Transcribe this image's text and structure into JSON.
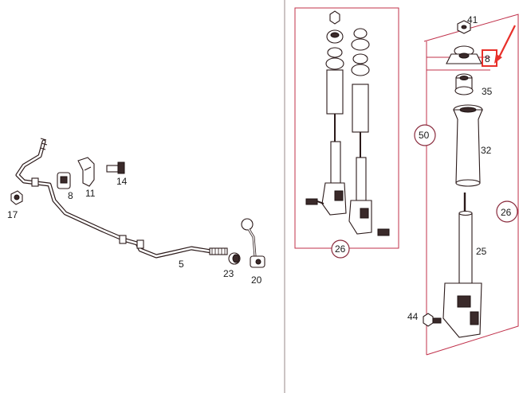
{
  "labels": {
    "p17": "17",
    "p8_left": "8",
    "p11": "11",
    "p14": "14",
    "p5": "5",
    "p23": "23",
    "p20": "20",
    "p26_mid": "26",
    "p41": "41",
    "p8_right": "8",
    "p35": "35",
    "p50": "50",
    "p32": "32",
    "p26_right": "26",
    "p25": "25",
    "p44": "44"
  },
  "colors": {
    "frame": "#c0304a",
    "highlight": "#e8302a",
    "ink": "#2b1a1a"
  }
}
